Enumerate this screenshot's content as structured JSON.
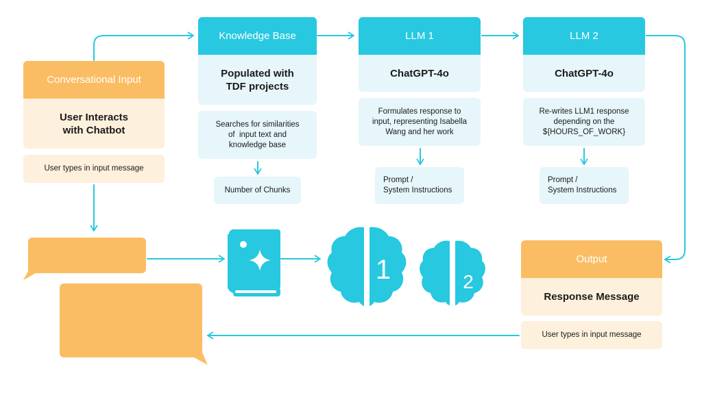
{
  "conversational": {
    "header": "Conversational Input",
    "body": "User Interacts\nwith Chatbot",
    "note": "User types in input message"
  },
  "knowledge_base": {
    "header": "Knowledge Base",
    "body": "Populated with\nTDF projects",
    "note": "Searches for similarities\nof  input text and\nknowledge base",
    "sub": "Number of Chunks"
  },
  "llm1": {
    "header": "LLM 1",
    "body": "ChatGPT-4o",
    "note": "Formulates response to\ninput, representing Isabella\nWang and her work",
    "sub": "Prompt /\nSystem Instructions"
  },
  "llm2": {
    "header": "LLM 2",
    "body": "ChatGPT-4o",
    "note": "Re-writes LLM1 response\ndepending on the\n${HOURS_OF_WORK}",
    "sub": "Prompt /\nSystem Instructions"
  },
  "output": {
    "header": "Output",
    "body": "Response Message",
    "note": "User types in input message"
  },
  "icons": {
    "brain1_label": "1",
    "brain2_label": "2"
  },
  "colors": {
    "cyan": "#27c8e0",
    "cyan_light": "#e6f6fb",
    "orange": "#fbbd63",
    "orange_light": "#fdf0dc"
  }
}
